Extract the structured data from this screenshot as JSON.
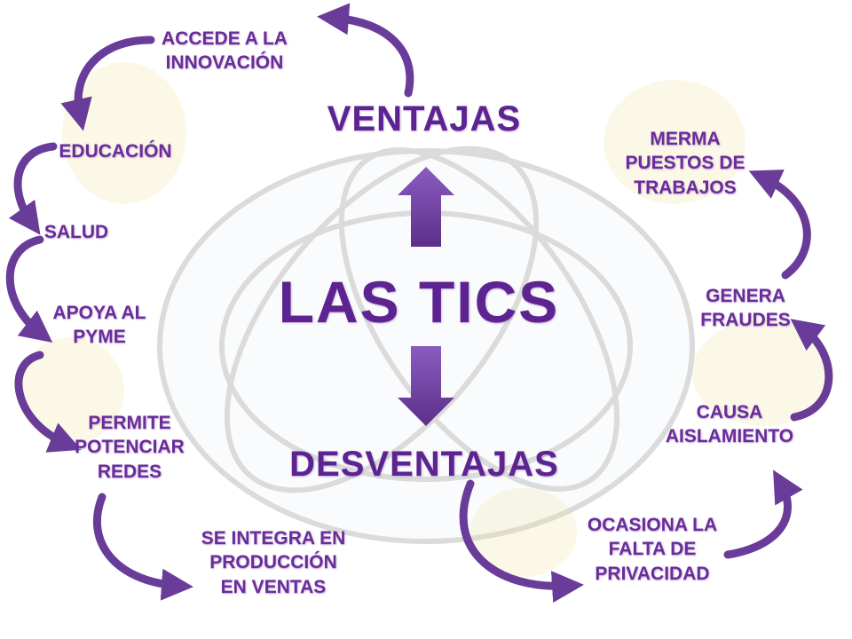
{
  "title": "LAS TICS",
  "ventajas": {
    "heading": "VENTAJAS",
    "items": [
      [
        "ACCEDE A LA",
        "INNOVACIÓN"
      ],
      [
        "EDUCACIÓN"
      ],
      [
        "SALUD"
      ],
      [
        "APOYA AL",
        "PYME"
      ],
      [
        "PERMITE",
        "POTENCIAR",
        "REDES"
      ],
      [
        "SE INTEGRA EN",
        "PRODUCCIÓN",
        "EN VENTAS"
      ]
    ]
  },
  "desventajas": {
    "heading": "DESVENTAJAS",
    "items": [
      [
        "MERMA",
        "PUESTOS DE",
        "TRABAJOS"
      ],
      [
        "GENERA",
        "FRAUDES"
      ],
      [
        "CAUSA",
        "AISLAMIENTO"
      ],
      [
        "OCASIONA LA",
        "FALTA DE",
        "PRIVACIDAD"
      ]
    ]
  },
  "colors": {
    "text": "#6a2c9a",
    "arrow": "#7a4aa8"
  }
}
